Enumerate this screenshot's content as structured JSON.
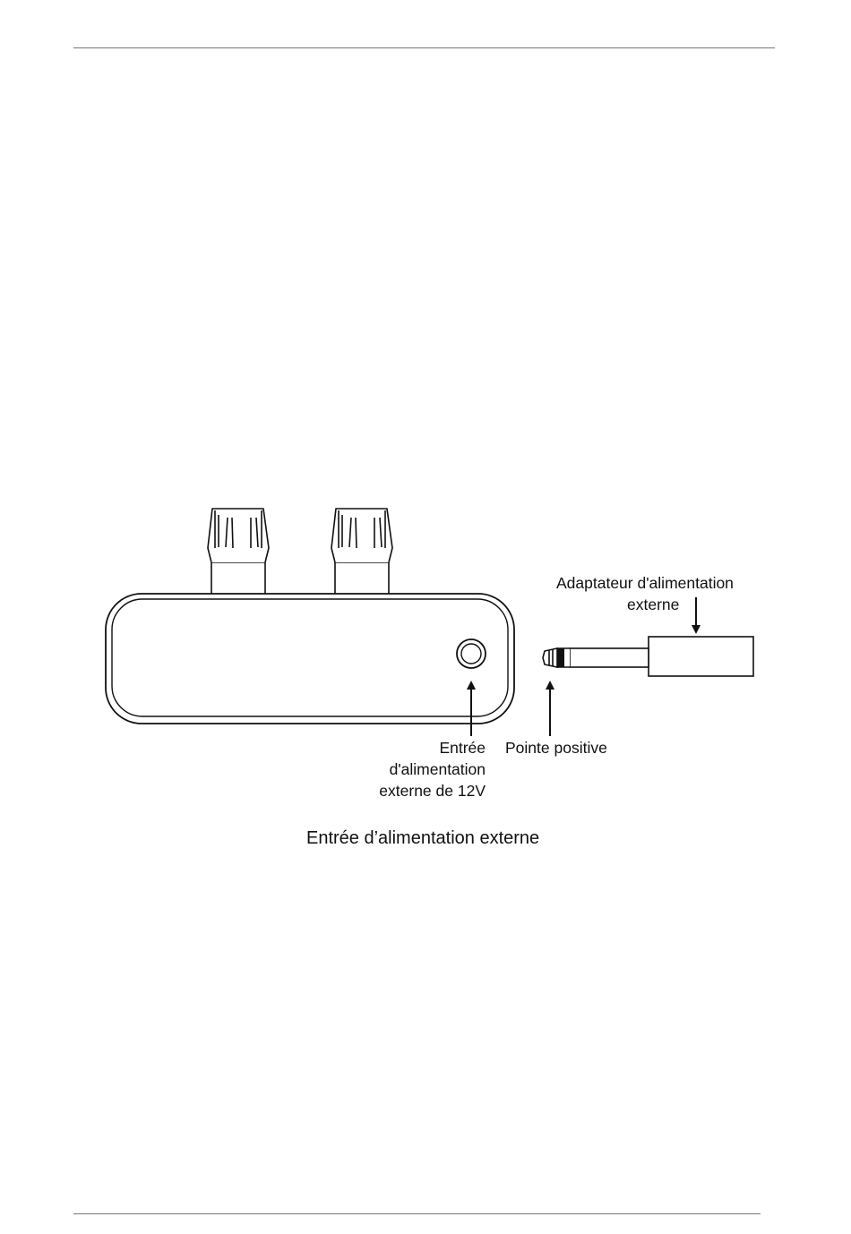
{
  "diagram": {
    "labels": {
      "adapter_line1": "Adaptateur d'alimentation",
      "adapter_line2": "externe",
      "input_line1": "Entrée",
      "input_line2": "d'alimentation",
      "input_line3": "externe de 12V",
      "tip": "Pointe positive"
    },
    "caption": "Entrée d’alimentation externe"
  }
}
